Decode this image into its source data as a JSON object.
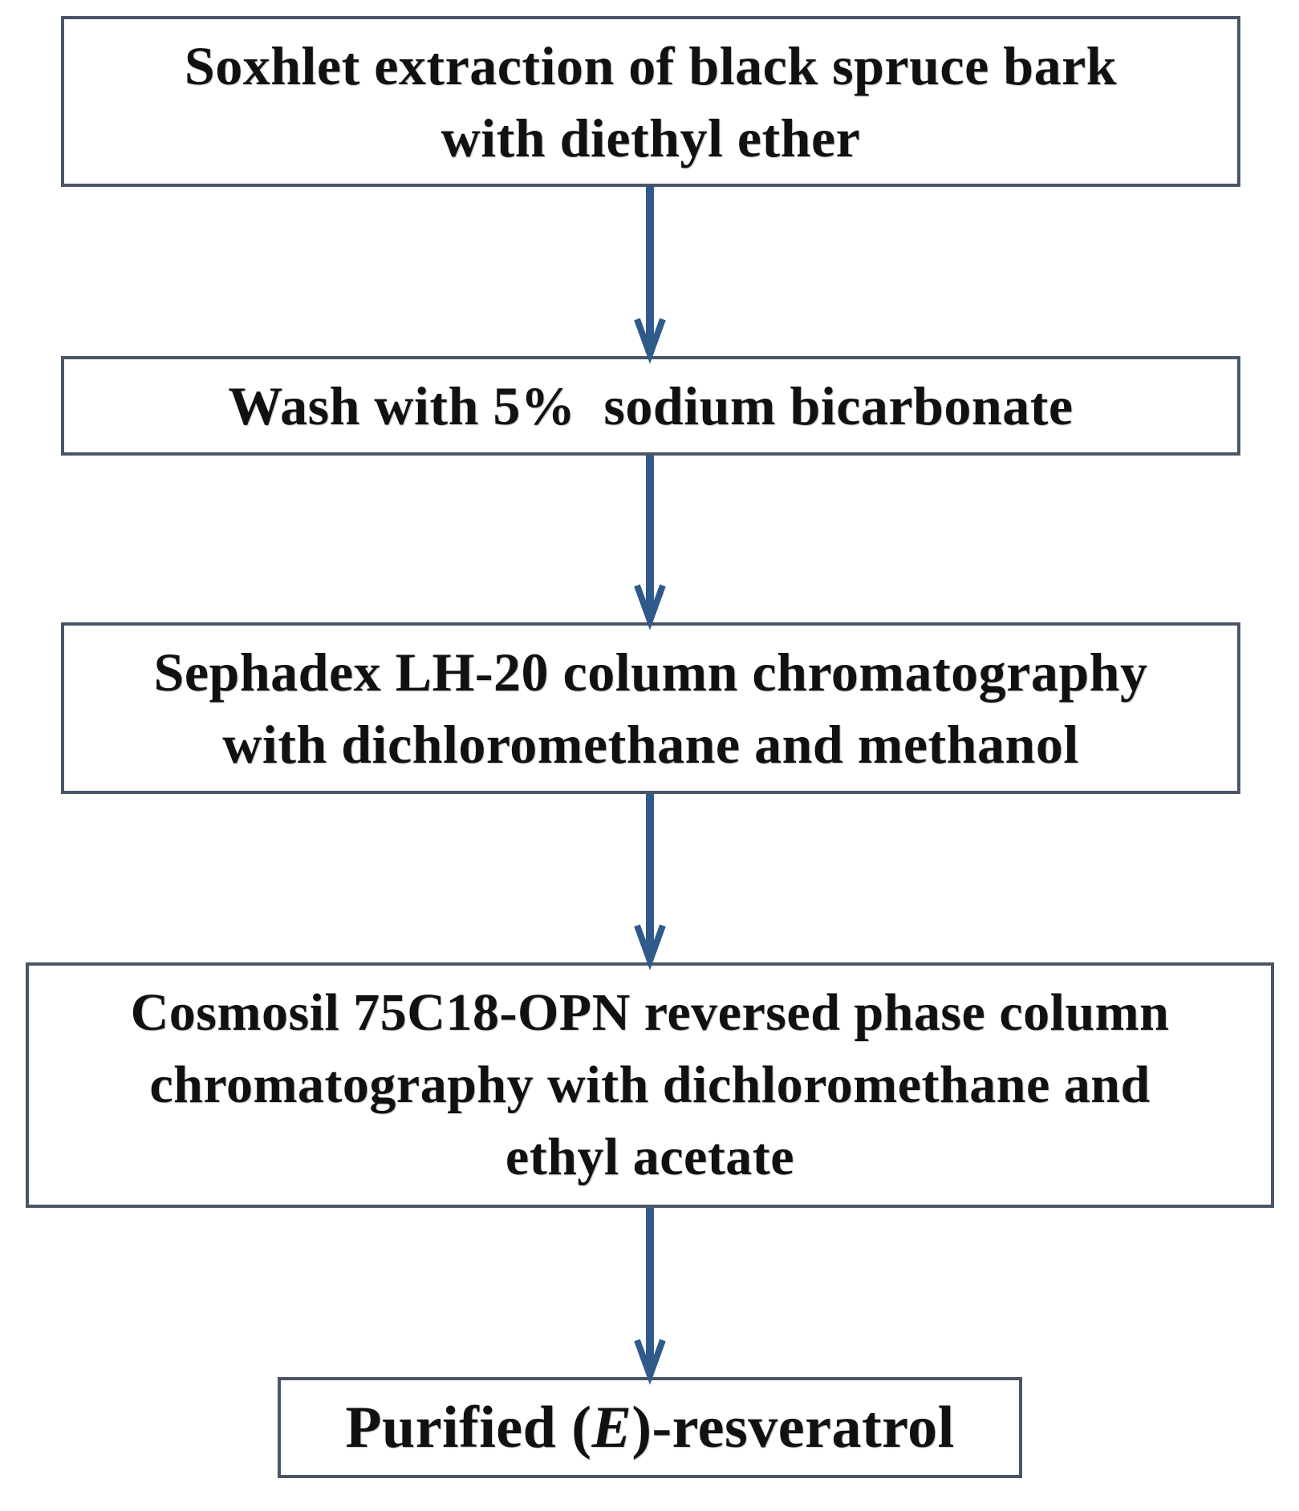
{
  "diagram": {
    "type": "flowchart",
    "arrow_color": "#2f5a8a",
    "border_color": "#4a5566",
    "steps": [
      {
        "id": "soxhlet",
        "lines": [
          "Soxhlet extraction of black spruce bark",
          "with diethyl ether"
        ]
      },
      {
        "id": "wash",
        "lines": [
          "Wash with 5%  sodium bicarbonate"
        ]
      },
      {
        "id": "sephadex",
        "lines": [
          "Sephadex LH-20 column chromatography",
          "with dichloromethane and methanol"
        ]
      },
      {
        "id": "cosmosil",
        "lines": [
          "Cosmosil 75C18-OPN reversed phase column",
          "chromatography with dichloromethane and",
          "ethyl acetate"
        ]
      }
    ],
    "result": {
      "prefix": "Purified (",
      "italic": "E",
      "suffix": ")-resveratrol"
    },
    "connections": [
      {
        "from": "soxhlet",
        "to": "wash"
      },
      {
        "from": "wash",
        "to": "sephadex"
      },
      {
        "from": "sephadex",
        "to": "cosmosil"
      },
      {
        "from": "cosmosil",
        "to": "result"
      }
    ]
  }
}
